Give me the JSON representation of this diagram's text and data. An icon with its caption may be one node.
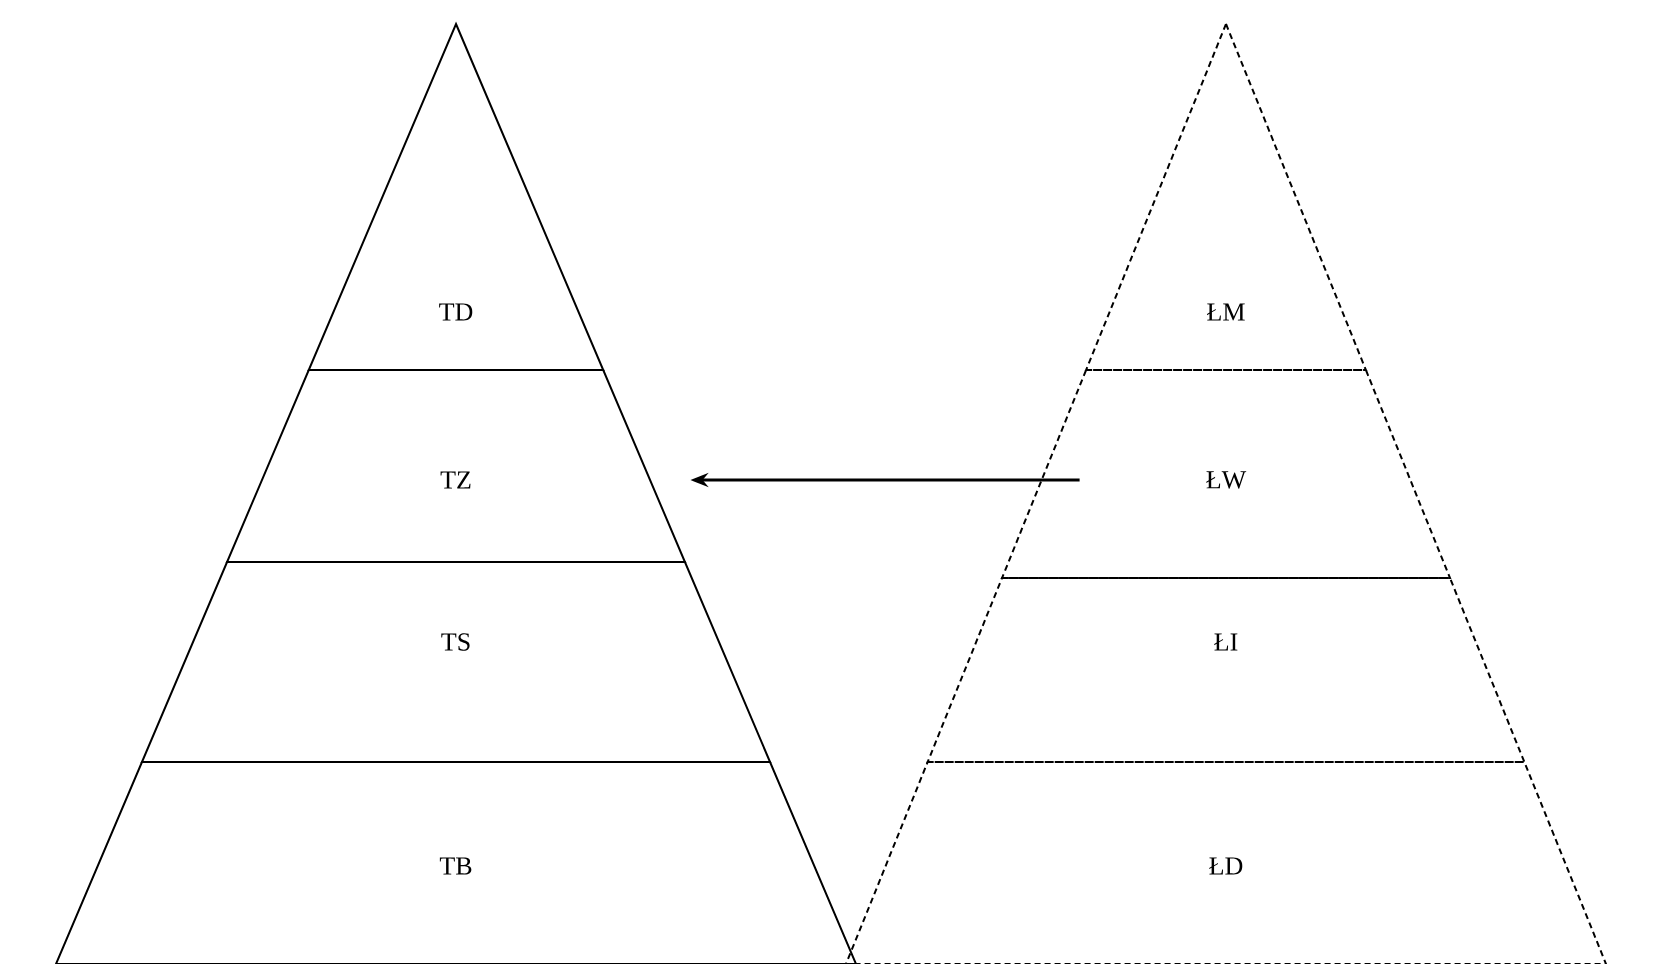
{
  "diagram": {
    "nodes": [
      {
        "text": [
          "TD"
        ]
      },
      {
        "text": [
          "TZ"
        ]
      },
      {
        "text": [
          "TS"
        ]
      },
      {
        "text": [
          "TB"
        ]
      },
      {
        "text": [
          "ŁM"
        ]
      },
      {
        "text": [
          "ŁW"
        ]
      },
      {
        "text": [
          "ŁI"
        ]
      },
      {
        "text": [
          "ŁD"
        ]
      }
    ],
    "edges": [
      {
        "from": 5,
        "to": 1,
        "arrow": "to"
      }
    ]
  }
}
